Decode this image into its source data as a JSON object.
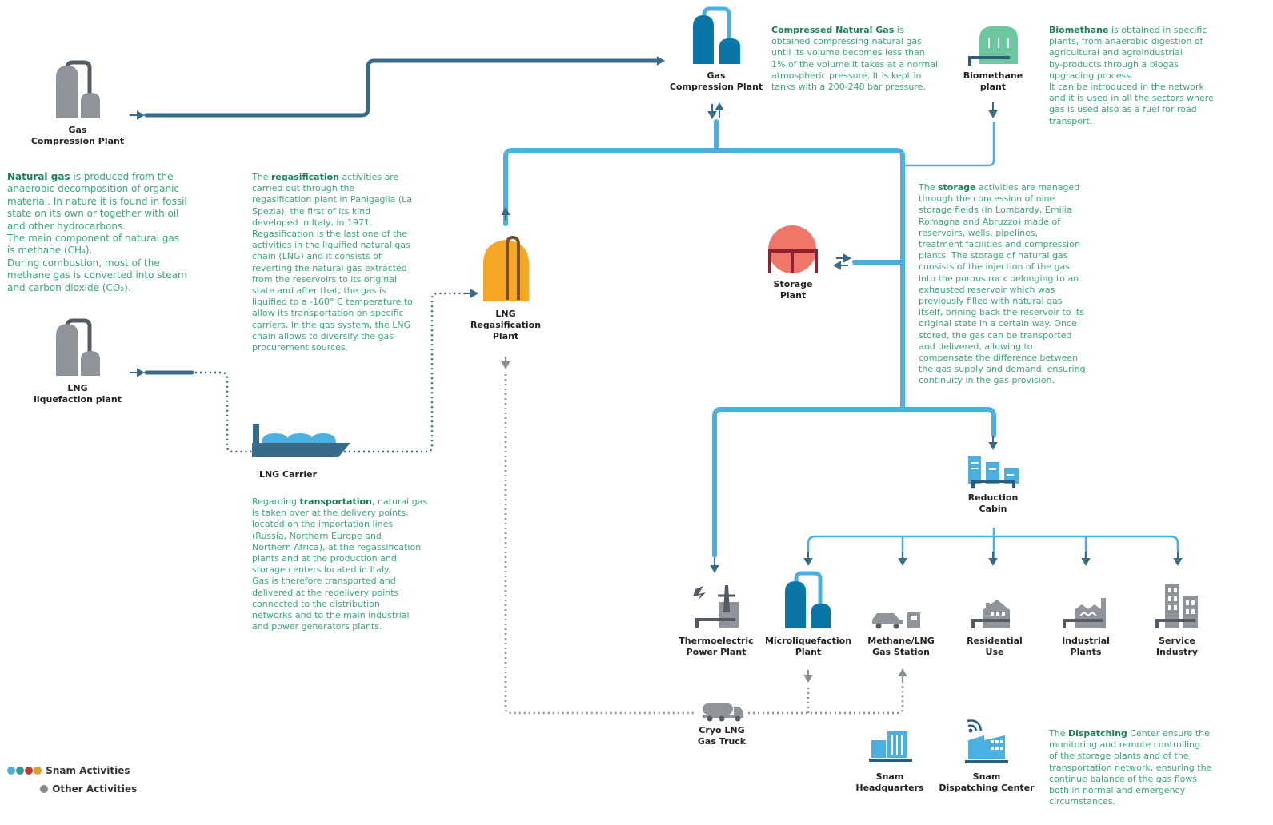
{
  "colors": {
    "network_light": "#4ab0e2",
    "network_dark": "#386b8a",
    "snam_blue": "#4ab0e2",
    "snam_teal": "#2e9c8a",
    "snam_red": "#c0392b",
    "snam_orange": "#e0a020",
    "other_gray": "#8a8a8a",
    "description_text": "#3aa67e"
  },
  "nodes": {
    "gas_compression_left": {
      "line1": "Gas",
      "line2": "Compression Plant",
      "icon": "gas-tank-icon"
    },
    "lng_liquefaction": {
      "line1": "LNG",
      "line2": "liquefaction plant",
      "icon": "gas-tank-icon"
    },
    "lng_carrier": {
      "label": "LNG Carrier",
      "icon": "ship-icon"
    },
    "lng_regasification": {
      "line1": "LNG",
      "line2": "Regasification",
      "line3": "Plant",
      "icon": "regasification-tank-icon"
    },
    "gas_compression_top": {
      "line1": "Gas",
      "line2": "Compression Plant",
      "icon": "gas-tank-icon"
    },
    "biomethane": {
      "line1": "Biomethane",
      "line2": "plant",
      "icon": "biogas-tank-icon"
    },
    "storage": {
      "line1": "Storage",
      "line2": "Plant",
      "icon": "storage-sphere-icon"
    },
    "reduction_cabin": {
      "line1": "Reduction",
      "line2": "Cabin",
      "icon": "city-icon"
    },
    "thermoelectric": {
      "line1": "Thermoelectric",
      "line2": "Power Plant",
      "icon": "power-plant-icon"
    },
    "microliquefaction": {
      "line1": "Microliquefaction",
      "line2": "Plant",
      "icon": "gas-tank-icon"
    },
    "methane_station": {
      "line1": "Methane/LNG",
      "line2": "Gas Station",
      "icon": "car-icon"
    },
    "residential": {
      "line1": "Residential",
      "line2": "Use",
      "icon": "house-icon"
    },
    "industrial": {
      "line1": "Industrial",
      "line2": "Plants",
      "icon": "factory-icon"
    },
    "service": {
      "line1": "Service",
      "line2": "Industry",
      "icon": "building-icon"
    },
    "cryo_truck": {
      "line1": "Cryo LNG",
      "line2": "Gas Truck",
      "icon": "truck-icon"
    },
    "headquarters": {
      "line1": "Snam",
      "line2": "Headquarters",
      "icon": "headquarters-icon"
    },
    "dispatching": {
      "line1": "Snam",
      "line2": "Dispatching Center",
      "icon": "dispatching-icon"
    }
  },
  "descriptions": {
    "natural_gas": {
      "keyword": "Natural gas",
      "lines": [
        " is produced from the",
        "anaerobic decomposition of organic",
        "material. In nature it is found in fossil",
        "state on its own or together with oil",
        "and other hydrocarbons.",
        "The main component of natural gas",
        "is methane (CH₄).",
        "During combustion, most of the",
        "methane gas is converted into steam",
        "and carbon dioxide (CO₂)."
      ]
    },
    "regasification": {
      "before": "The ",
      "keyword": "regasification",
      "lines": [
        " activities are",
        "carried out through the",
        "regasification plant in Panigaglia (La",
        "Spezia), the first of its kind",
        "developed in Italy, in 1971.",
        "Regasification is the last one of the",
        "activities in the liquified natural gas",
        "chain (LNG) and it consists of",
        "reverting the natural gas extracted",
        "from the reservoirs to its original",
        "state and after that, the gas is",
        "liquified to a -160° C temperature to",
        "allow its transportation on specific",
        "carriers. In the gas system, the LNG",
        "chain allows to diversify the gas",
        "procurement sources."
      ]
    },
    "transportation": {
      "before": "Regarding ",
      "keyword": "transportation",
      "lines": [
        ", natural gas",
        "is taken over at the delivery points,",
        "located on the importation lines",
        "(Russia, Northern Europe and",
        "Northern Africa), at the regassification",
        "plants and at the production and",
        "storage centers located in Italy.",
        "Gas is therefore transported and",
        "delivered at the redelivery points",
        "connected to the distribution",
        "networks and to the main industrial",
        "and power generators plants."
      ]
    },
    "cng": {
      "keyword": "Compressed Natural Gas",
      "lines": [
        " is",
        "obtained compressing natural gas",
        "until its volume becomes less than",
        "1% of the volume it takes at a normal",
        "atmospheric pressure. It is kept in",
        "tanks with a 200-248 bar pressure."
      ]
    },
    "biomethane": {
      "keyword": "Biomethane",
      "lines": [
        " is obtained in specific",
        "plants, from anaerobic digestion of",
        "agricultural and agroindustrial",
        "by-products through a biogas",
        "upgrading process.",
        "It can be introduced in the network",
        "and it is used in all the sectors where",
        "gas is used also as a fuel for road",
        "transport."
      ]
    },
    "storage": {
      "before": "The ",
      "keyword": "storage",
      "lines": [
        " activities are managed",
        "through the concession of nine",
        "storage fields (in Lombardy, Emilia",
        "Romagna and Abruzzo) made of",
        "reservoirs, wells, pipelines,",
        "treatment facilities and compression",
        "plants. The storage of natural gas",
        "consists of the injection of the gas",
        "into the porous rock belonging to an",
        "exhausted reservoir which was",
        "previously filled with natural gas",
        "itself, brining back the reservoir to its",
        "original state in a certain way. Once",
        "stored, the gas can be transported",
        "and delivered, allowing to",
        "compensate the difference between",
        "the gas supply and demand, ensuring",
        "continuity in the gas provision."
      ]
    },
    "dispatching": {
      "before": "The ",
      "keyword": "Dispatching",
      "lines": [
        " Center ensure the",
        "monitoring and remote controlling",
        "of the storage plants and of the",
        "transportation network, ensuring the",
        "continue balance of the gas flows",
        "both in normal and emergency",
        "circumstances."
      ]
    }
  },
  "legend": {
    "snam_label": "Snam Activities",
    "other_label": "Other Activities"
  }
}
